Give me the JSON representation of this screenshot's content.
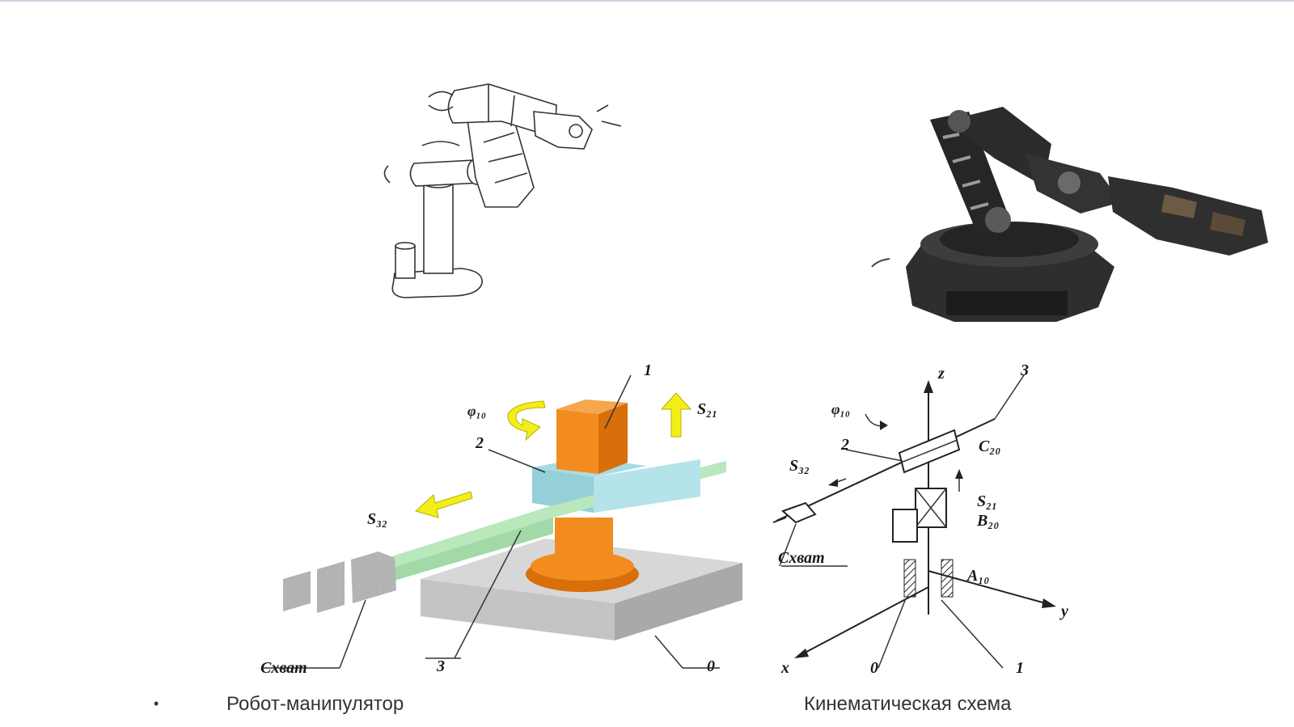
{
  "colors": {
    "column": "#f28c1e",
    "column_dark": "#d86f0b",
    "carriage": "#a8dce4",
    "arm": "#b8e8bc",
    "base": "#cdcdcd",
    "arrow_yellow": "#f2ee18",
    "gripper": "#b3b3b3"
  },
  "icons": [
    "rotation-arrow-icon",
    "translation-arrow-icon"
  ],
  "diagram3d": {
    "label_column": "1",
    "label_carriage": "2",
    "label_arm": "3",
    "label_base": "0",
    "label_phi": "φ₁₀",
    "label_s21": "S₂₁",
    "label_s32": "S₃₂",
    "label_gripper": "Схват"
  },
  "kinematic": {
    "axis_z": "z",
    "axis_x": "x",
    "axis_y": "y",
    "label_3": "3",
    "label_2": "2",
    "label_0": "0",
    "label_1": "1",
    "label_phi": "φ₁₀",
    "label_s32": "S₃₂",
    "label_s21": "S₂₁",
    "label_c": "C₂₀",
    "label_b": "B₂₀",
    "label_a": "A₁₀",
    "label_gripper": "Схват"
  },
  "captions": {
    "bullet": "•",
    "left": "Робот-манипулятор",
    "right": "Кинематическая схема"
  }
}
